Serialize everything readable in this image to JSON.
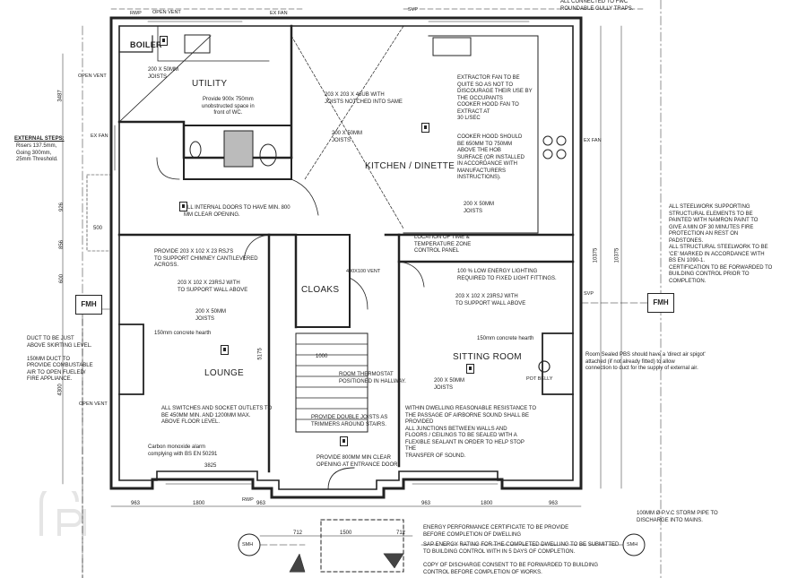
{
  "rooms": {
    "boiler": "BOILER",
    "utility": "UTILITY",
    "kitchen": "KITCHEN / DINETTE",
    "lounge": "LOUNGE",
    "cloaks": "CLOAKS",
    "sitting": "SITTING ROOM"
  },
  "symbols": {
    "fmh_left": "FMH",
    "fmh_right": "FMH",
    "smh_left": "SMH",
    "smh_right": "SMH"
  },
  "tags": {
    "rwp_top": "RWP",
    "open_vent_top": "OPEN VENT",
    "ex_fan_top": "EX FAN",
    "svp": "SVP",
    "open_vent_left": "OPEN VENT",
    "ex_fan_left": "EX FAN",
    "ex_fan_right": "EX FAN",
    "svp_right": "SVP",
    "open_vent_lounge": "OPEN VENT",
    "pot_belly": "POT BELLY",
    "rwp_bottom": "RWP",
    "vent_wall": "400X100 VENT"
  },
  "notes": {
    "external_steps_title": "EXTERNAL STEPS:",
    "external_steps_body": "Risers 137.5mm,\nGoing 300mm,\n25mm Threshold.",
    "top_right_note": "ALL CONNECTED TO FWC\nROUNDABLE GULLY TRAPS.",
    "utility_joists": "200 X 50mm\nJOISTS",
    "utility_space": "Provide 900x 750mm\nunobstructed space in\nfront of WC.",
    "kitchen_rsj": "203 X 203 X 46UB WITH\nJOISTS NOTCHED INTO SAME",
    "kitchen_joists": "200 X 50mm\nJOISTS",
    "extractor": "EXTRACTOR FAN TO BE\nQUITE SO AS NOT TO\nDISCOURAGE THEIR USE BY\nTHE OCCUPANTS\nCOOKER HOOD FAN TO\nEXTRACT AT\n30 L/SEC",
    "cooker_hood": "COOKER HOOD SHOULD\nBE 650mm TO 750mm\nABOVE THE HOB\nSURFACE (OR INSTALLED\nIN ACCORDANCE WITH\nMANUFACTURERS\nINSTRUCTIONS).",
    "kitchen_joists2": "200 X 50mm\nJOISTS",
    "internal_doors": "ALL INTERNAL DOORS TO HAVE MIN. 800\nMM CLEAR OPENING.",
    "timer_zone": "LOCATION OF TIME &\nTEMPERATURE ZONE\nCONTROL PANEL",
    "lounge_rsj": "PROVIDE 203 X 102 X 23 RSJ's\nTO SUPPORT CHIMNEY CANTILEVERED\nACROSS.",
    "lounge_rsj2": "203 X 102 X 23RSJ WITH\nTO SUPPORT WALL ABOVE",
    "lounge_joists": "200 X 50mm\nJOISTS",
    "lounge_hearth": "150mm concrete hearth",
    "switches": "ALL SWITCHES AND SOCKET OUTLETS TO\nBE 450mm MIN. AND 1200mm MAX.\nABOVE FLOOR LEVEL.",
    "carbon": "Carbon monoxide alarm\ncomplying with BS EN 50291",
    "lighting": "100 % LOW ENERGY LIGHTING\nREQUIRED TO FIXED LIGHT FITTINGS.",
    "sitting_rsj": "203 X 102 X 23RSJ WITH\nTO SUPPORT WALL ABOVE",
    "sitting_hearth": "150mm concrete hearth",
    "sitting_joists": "200 X 50mm\nJOISTS",
    "thermostat": "ROOM THERMOSTAT\nPOSITIONED IN HALLWAY.",
    "double_joists": "PROVIDE DOUBLE JOISTS AS\nTRIMMERS AROUND STAIRS.",
    "entrance_door": "PROVIDE 800MM MIN CLEAR\nOPENING AT ENTRANCE DOOR.",
    "airborne": "WITHIN DWELLING REASONABLE RESISTANCE TO\nTHE PASSAGE OF AIRBORNE SOUND SHALL BE\nPROVIDED\nALL JUNCTIONS BETWEEN WALLS AND\nFLOORS / CEILINGS TO BE SEALED WITH A\nFLEXIBLE SEALANT IN ORDER TO HELP STOP\nTHE\nTRANSFER OF SOUND.",
    "steelwork": "ALL STEELWORK SUPPORTING\nSTRUCTURAL ELEMENTS TO BE\nPAINTED WITH NAMRON PAINT TO\nGIVE A MIN OF 30 MINUTES FIRE\nPROTECTION AN REST ON\nPADSTONES.\nALL STRUCTURAL STEELWORK TO BE\n'CE' MARKED IN ACCORDANCE WITH\nBS EN 1090-1.\nCERTIFICATION TO BE FORWARDED TO\nBUILDING CONTROL PRIOR TO\nCOMPLETION.",
    "room_sealed": "Room Sealed PBS should have a 'direct air spigot'\nattached (if not already fitted) to allow\nconnection to duct for the supply of external air.",
    "duct": "DUCT TO BE JUST\nABOVE SKIRTING LEVEL.\n\n150mm DUCT TO\nPROVIDE COMBUSTABLE\nAIR TO OPEN FUELED/\nFIRE APPLIANCE.",
    "storm_pipe": "100mm ø P.V.C STORM PIPE TO\nDISCHARGE INTO MAINS.",
    "energy": "ENERGY PERFORMANCE CERTIFICATE TO BE PROVIDE\nBEFORE COMPLETION OF DWELLING",
    "sap": "SAP ENERGY RATING FOR THE COMPLETED DWELLING TO BE SUBMITTED\nTO BUILDING CONTROL WITH IN 5 DAYS OF COMPLETION.",
    "discharge": "COPY OF DISCHARGE CONSENT TO BE FORWARDED TO BUILDING\nCONTROL BEFORE COMPLETION OF WORKS."
  },
  "dimensions": {
    "left_3487": "3487",
    "left_926": "926",
    "left_856": "856",
    "left_600": "600",
    "left_4300": "4300",
    "right_10375a": "10375",
    "right_10375b": "10375",
    "lounge_5175": "5175",
    "lounge_3825": "3825",
    "stair_1000": "1000",
    "b_963a": "963",
    "b_1800a": "1800",
    "b_963b": "963",
    "b_963c": "963",
    "b_1800b": "1800",
    "b_963d": "963",
    "b_712a": "712",
    "b_1500": "1500",
    "b_712b": "712",
    "ext_500": "500"
  }
}
